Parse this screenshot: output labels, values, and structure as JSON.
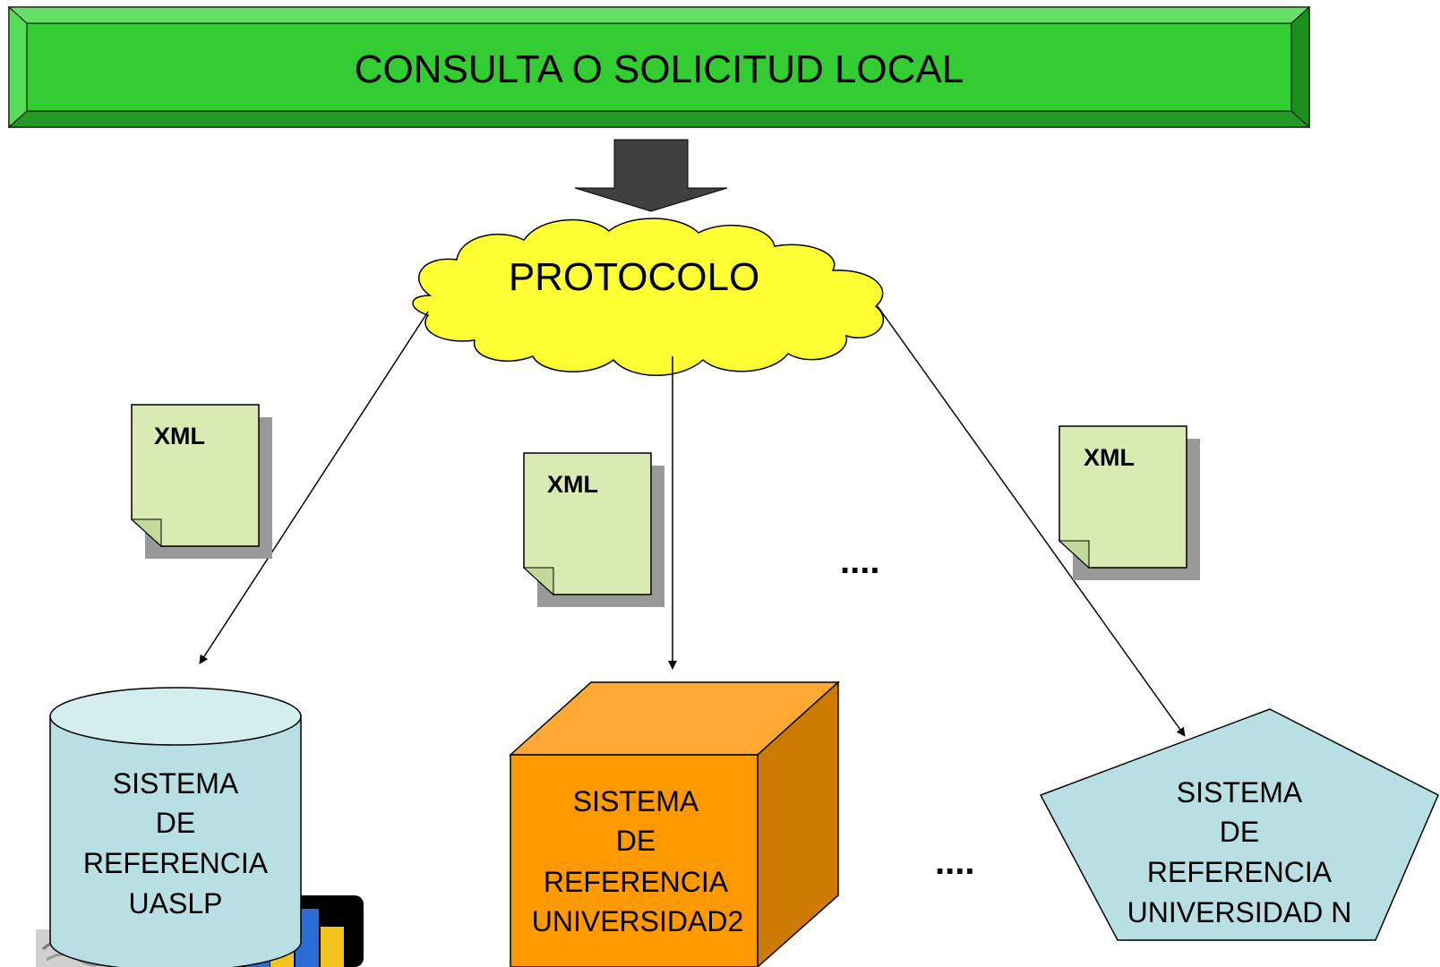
{
  "banner": {
    "label": "CONSULTA O SOLICITUD LOCAL"
  },
  "protocol": {
    "label": "PROTOCOLO"
  },
  "documents": [
    {
      "label": "XML"
    },
    {
      "label": "XML"
    },
    {
      "label": "XML"
    }
  ],
  "systems": [
    {
      "shape": "cylinder",
      "lines": [
        "SISTEMA",
        "DE",
        "REFERENCIA",
        "UASLP"
      ]
    },
    {
      "shape": "cube",
      "lines": [
        "SISTEMA",
        "DE",
        "REFERENCIA",
        "UNIVERSIDAD2"
      ]
    },
    {
      "shape": "pentagon",
      "lines": [
        "SISTEMA",
        "DE",
        "REFERENCIA",
        "UNIVERSIDAD N"
      ]
    }
  ],
  "ellipsis_top": "....",
  "ellipsis_bottom": "....",
  "colors": {
    "banner": "#33cc33",
    "cloud": "#ffff33",
    "document": "#d9eab3",
    "cylinder": "#b8e0e4",
    "cube": "#ff9900",
    "pentagon": "#b8e0e4"
  }
}
